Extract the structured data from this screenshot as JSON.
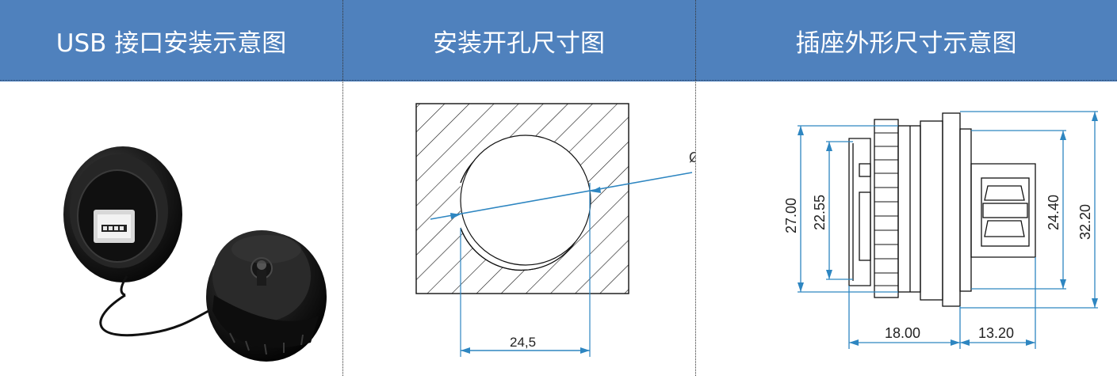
{
  "header": {
    "col1": "USB 接口安装示意图",
    "col2": "安装开孔尺寸图",
    "col3": "插座外形尺寸示意图"
  },
  "cutout": {
    "width_label": "24,5",
    "diameter_symbol": "Ø"
  },
  "outline": {
    "dim_27": "27.00",
    "dim_2255": "22.55",
    "dim_2440": "24.40",
    "dim_3220": "32.20",
    "dim_18": "18.00",
    "dim_1320": "13.20"
  },
  "colors": {
    "header_bg": "#4f81bd",
    "dim_line": "#2e86c1"
  }
}
